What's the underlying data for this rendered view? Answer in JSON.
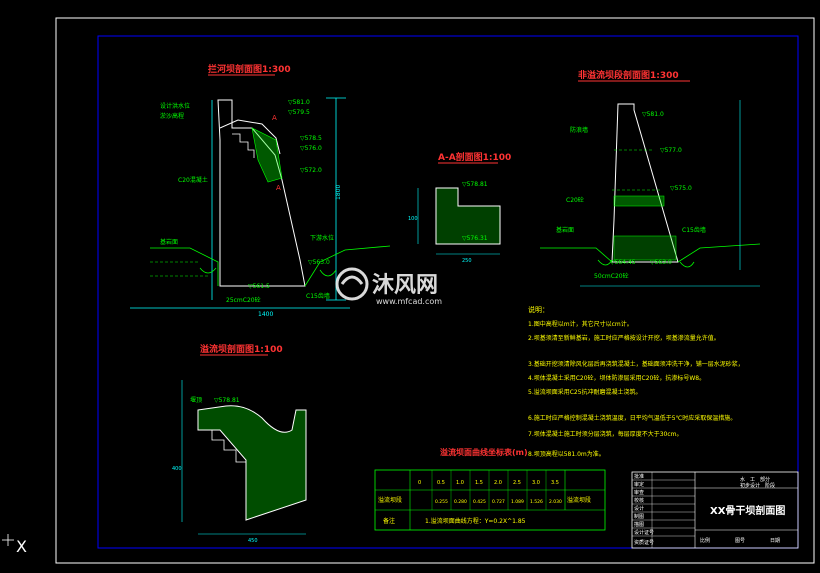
{
  "colors": {
    "background": "#000000",
    "frame": "#ffffff",
    "inner_frame": "#0000ff",
    "section_title": "#ff3333",
    "annotation": "#00ff00",
    "dimension": "#00ffff",
    "outline": "#ffffff",
    "fill": "#00ff00",
    "accent_title": "#ffff00"
  },
  "titles": {
    "main_section": "拦河坝剖面图1:300",
    "section_aa": "A-A剖面图1:100",
    "non_overflow_section": "非溢流坝段剖面图1:300",
    "overflow_section": "溢流坝剖面图1:100"
  },
  "main_section": {
    "elevations": [
      "▽581.0",
      "▽579.5",
      "▽578.5",
      "▽576.0",
      "▽572.0",
      "▽563.0",
      "▽561.5"
    ],
    "labels": {
      "upstream_water_level": "设计洪水位",
      "silt_level": "淤沙高程",
      "foundation_top": "基岩面",
      "concrete_grade": "C20混凝土",
      "water_level_right": "下游水位",
      "cutoff": "C15齿墙",
      "bottom_dim": "25cmC20砼",
      "marker_a": "A",
      "width_total": "1400",
      "height_total": "1800"
    }
  },
  "aa_section": {
    "elevations": [
      "▽578.81",
      "▽576.31"
    ],
    "dims": [
      "250",
      "100"
    ]
  },
  "non_overflow_section": {
    "elevations": [
      "▽581.0",
      "▽577.0",
      "▽575.0",
      "▽564.45",
      "▽563.0"
    ],
    "labels": {
      "top": "防浪墙",
      "grade": "C20砼",
      "bottom": "50cmC20砼",
      "cutoff": "C15齿墙",
      "rock_line": "基岩面"
    }
  },
  "overflow_section": {
    "elevation": "▽578.81",
    "label": "堰顶",
    "width": "450",
    "height": "400"
  },
  "notes": {
    "heading": "说明：",
    "lines": [
      "1.图中高程以m计，其它尺寸以cm计。",
      "2.坝基须清至新鲜基岩，施工时应严格按设计开挖，坝基渗流量允许值。",
      "3.基础开挖须清除风化层后再浇筑混凝土，基础面须冲洗干净，铺一层水泥砂浆，",
      "4.坝体混凝土采用C20砼，坝体防渗层采用C20砼，抗渗标号W8。",
      "5.溢流坝面采用C25抗冲耐磨混凝土浇筑。",
      "6.施工时应严格控制混凝土浇筑温度，日平均气温低于5℃时应采取保温措施。",
      "7.坝体混凝土施工时须分层浇筑，每层厚度不大于30cm。",
      "8.坝顶高程以581.0m为准。"
    ]
  },
  "table": {
    "caption": "溢流坝面曲线坐标表(m)",
    "row1_label": "溢流坝段",
    "x_values": [
      "0",
      "0.5",
      "1.0",
      "1.5",
      "2.0",
      "2.5",
      "3.0",
      "3.5"
    ],
    "y_values": [
      "0.255",
      "0.280",
      "0.425",
      "0.727",
      "1.089",
      "1.526",
      "2.030"
    ],
    "row2_label": "备注",
    "formula": "1.溢流坝面曲线方程：Y=0.2X^1.85",
    "right_label": "溢流坝段"
  },
  "title_block": {
    "left_labels": [
      "批准",
      "审定",
      "审查",
      "校核",
      "设计",
      "制图",
      "描图",
      "设计证号",
      "资质证号"
    ],
    "right_top": [
      "水　工　部分",
      "初步设计　阶段"
    ],
    "drawing_title": "XX骨干坝剖面图",
    "bottom_fields": [
      "比例",
      "图号",
      "日期"
    ]
  },
  "watermark": {
    "brand": "沐风网",
    "url": "www.mfcad.com"
  },
  "ucs_icon": "X"
}
